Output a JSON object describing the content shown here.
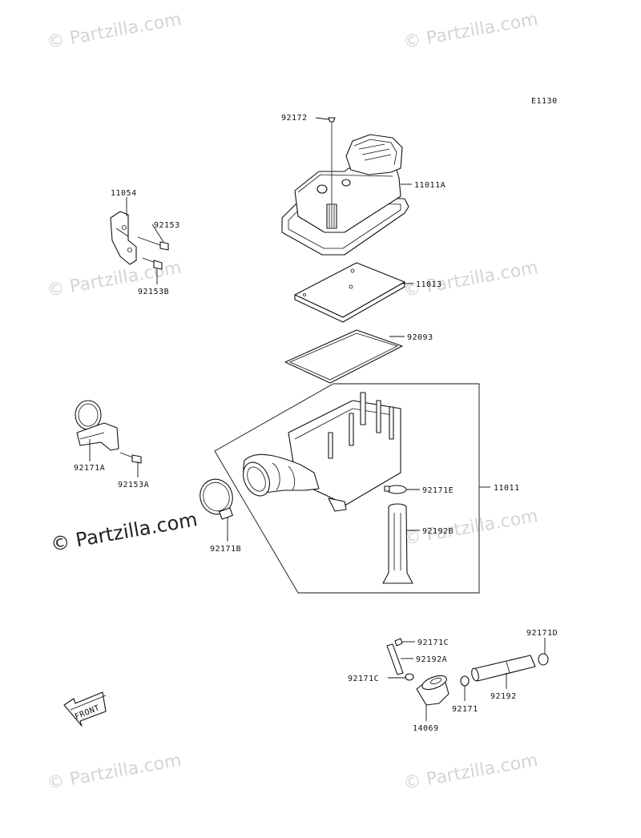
{
  "diagram_code": "E1130",
  "watermark_text": "© Partzilla.com",
  "watermark_main": "© Partzilla.com",
  "labels": {
    "p92172": "92172",
    "p11011A": "11011A",
    "p11054": "11054",
    "p92153": "92153",
    "p92153B": "92153B",
    "p11013": "11013",
    "p92093": "92093",
    "p92171A": "92171A",
    "p92153A": "92153A",
    "p92171E": "92171E",
    "p11011": "11011",
    "p92192B": "92192B",
    "p92171B": "92171B",
    "p92171C_top": "92171C",
    "p92192A": "92192A",
    "p92171D": "92171D",
    "p92171C_left": "92171C",
    "p92171": "92171",
    "p92192": "92192",
    "p14069": "14069"
  },
  "front_arrow_text": "FRONT",
  "colors": {
    "line": "#111111",
    "watermark": "#d4d4d4",
    "background": "#ffffff"
  }
}
